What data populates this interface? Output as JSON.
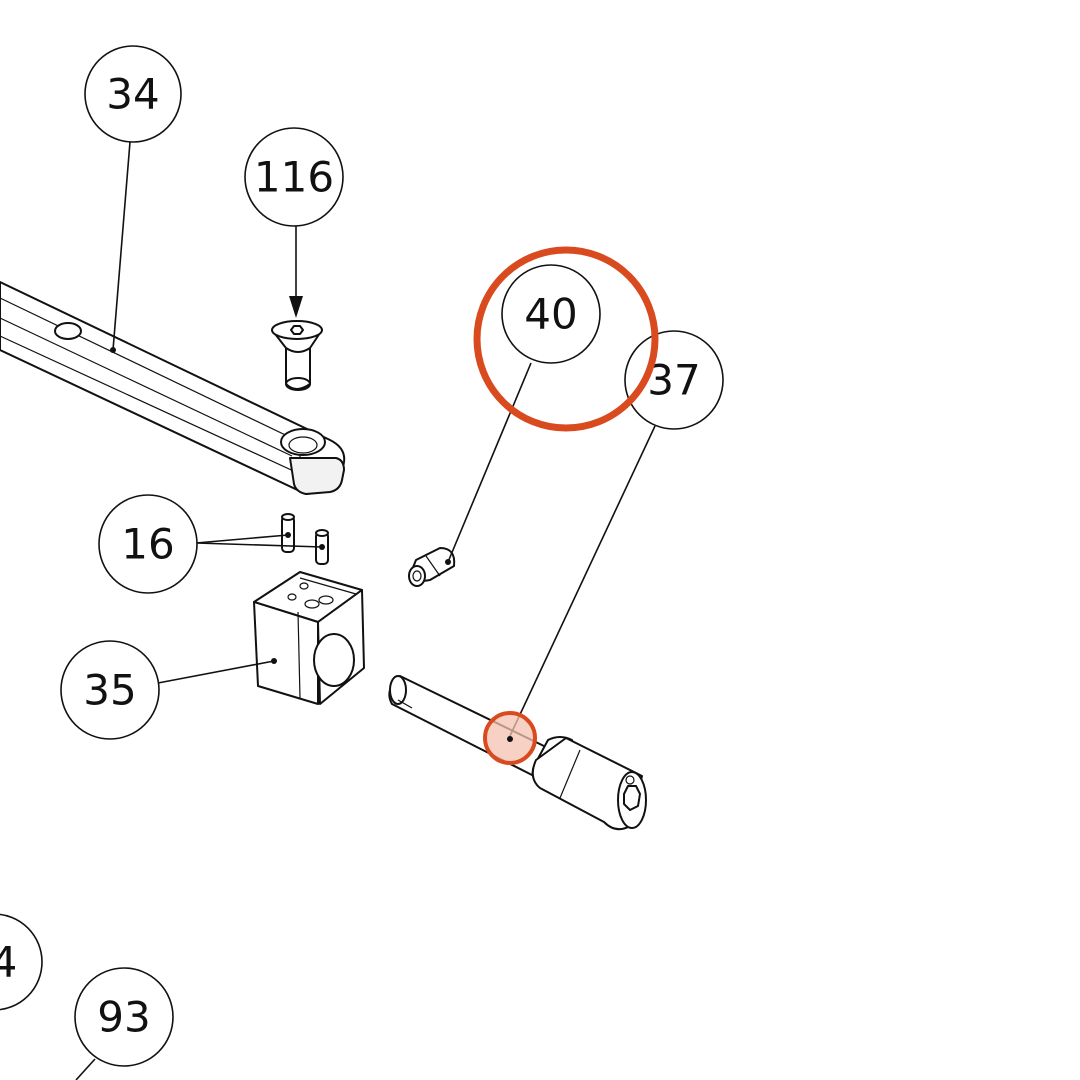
{
  "balloons": {
    "b34": "34",
    "b116": "116",
    "b40": "40",
    "b37": "37",
    "b16": "16",
    "b35": "35",
    "b4": "4",
    "b93": "93"
  },
  "colors": {
    "highlight": "#d94a1e",
    "highlight_fill": "#f4c2b0",
    "line": "#111111",
    "background": "#ffffff"
  },
  "highlights": [
    "balloon-40",
    "leader-end-37"
  ]
}
